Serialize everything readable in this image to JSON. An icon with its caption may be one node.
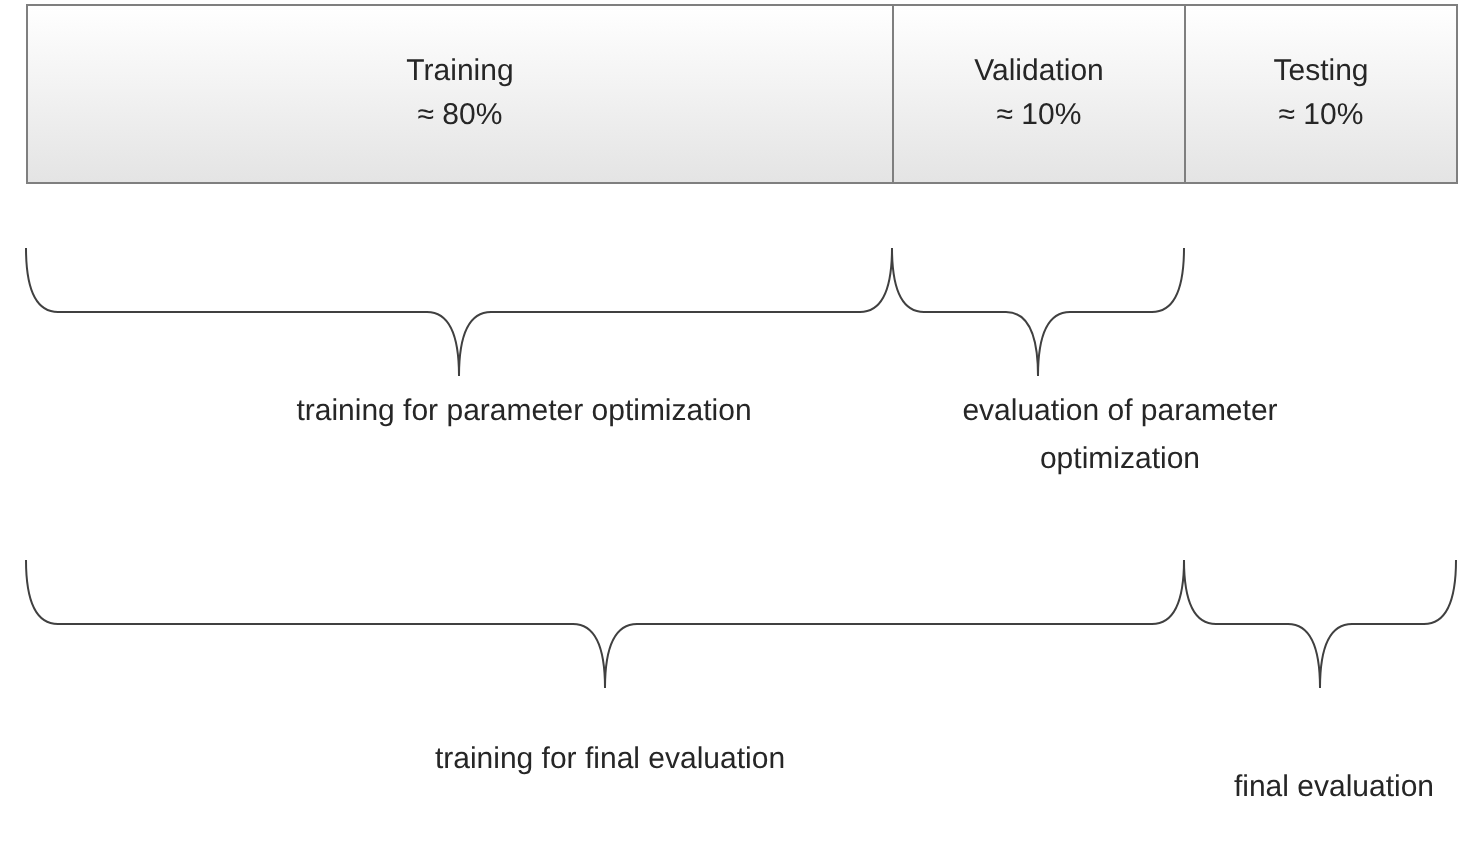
{
  "diagram": {
    "nodes": [
      {
        "text": [
          "Training",
          "≈ 80%"
        ]
      },
      {
        "text": [
          "Validation",
          "≈ 10%"
        ]
      },
      {
        "text": [
          "Testing",
          "≈ 10%"
        ]
      }
    ],
    "labels": [
      "training for parameter optimization",
      "evaluation of parameter optimization",
      "training for final evaluation",
      "final evaluation"
    ]
  }
}
